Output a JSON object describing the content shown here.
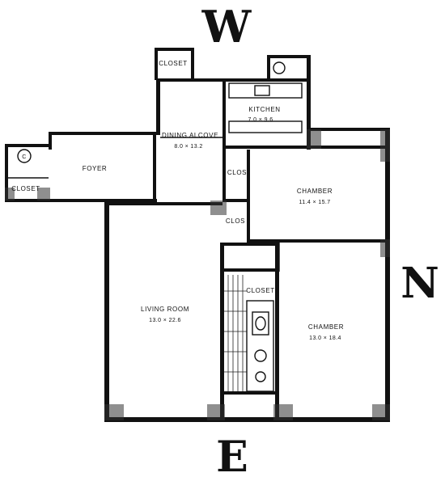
{
  "compass": {
    "west": "W",
    "north": "N",
    "east": "E"
  },
  "rooms": {
    "closet_top": {
      "label": "CLOSET"
    },
    "kitchen": {
      "label": "KITCHEN",
      "dims": "7.0 × 9.6"
    },
    "dining_alcove": {
      "label": "DINING ALCOVE",
      "dims": "8.0 × 13.2"
    },
    "foyer": {
      "label": "FOYER"
    },
    "closet_left": {
      "label": "CLOSET"
    },
    "closet_left_symbol": {
      "label": "C"
    },
    "clos_upper": {
      "label": "CLOS"
    },
    "clos_lower": {
      "label": "CLOS"
    },
    "chamber_upper": {
      "label": "CHAMBER",
      "dims": "11.4 × 15.7"
    },
    "living_room": {
      "label": "LIVING ROOM",
      "dims": "13.0 × 22.6"
    },
    "closet_bath": {
      "label": "CLOSET"
    },
    "chamber_lower": {
      "label": "CHAMBER",
      "dims": "13.0 × 18.4"
    }
  }
}
